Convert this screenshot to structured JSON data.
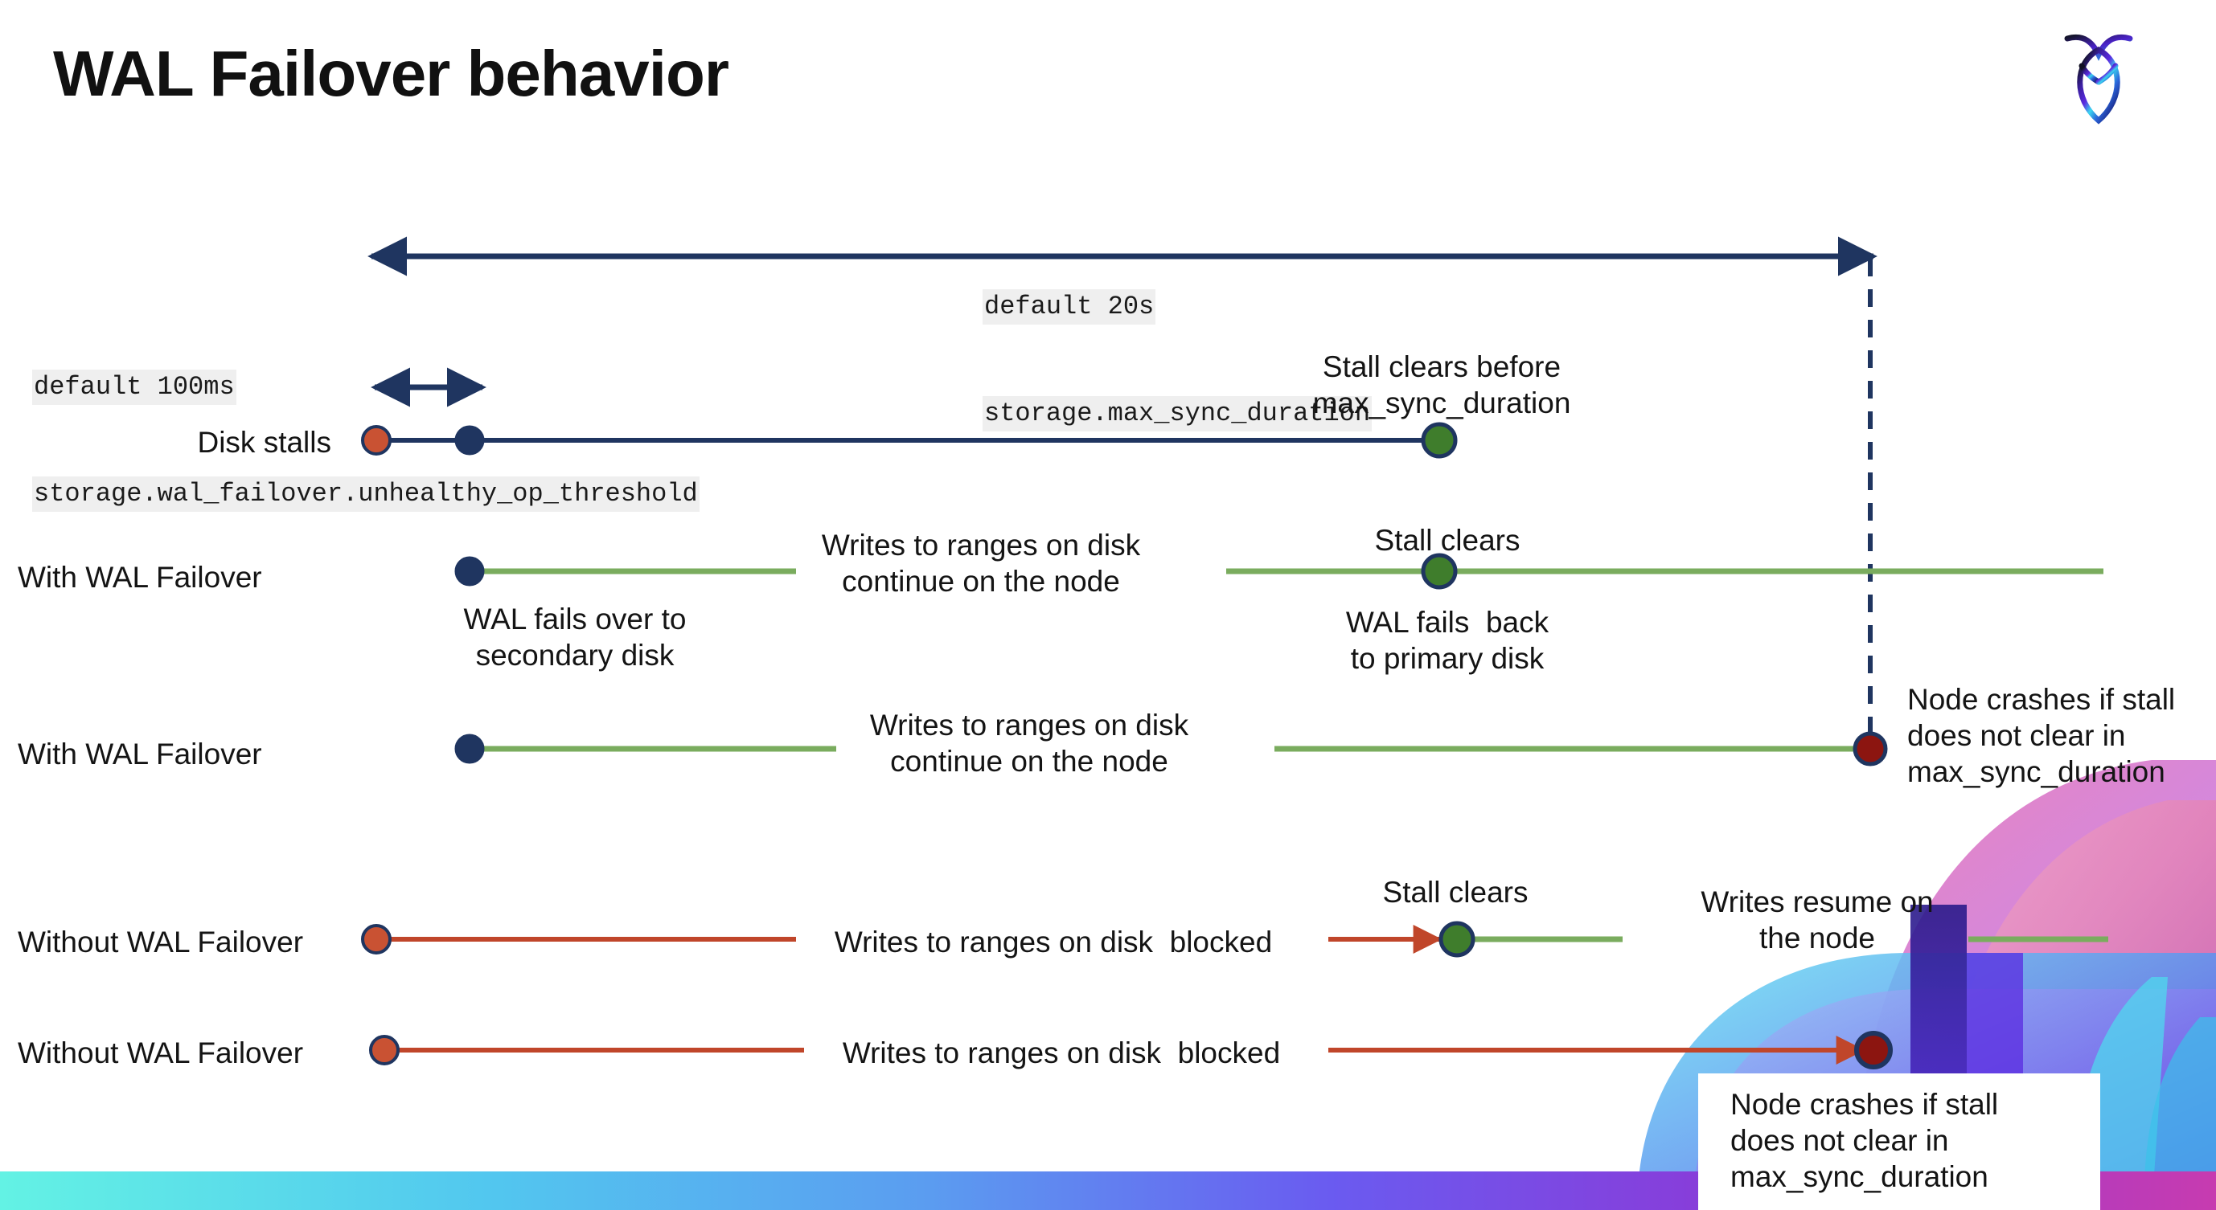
{
  "slide": {
    "title": "WAL Failover behavior",
    "logo_name": "cockroachdb-logo"
  },
  "settings": {
    "max_sync": {
      "default_line": "default 20s",
      "name_line": "storage.max_sync_duration"
    },
    "unhealthy": {
      "default_line": "default 100ms",
      "name_line": "storage.wal_failover.unhealthy_op_threshold"
    }
  },
  "rows": {
    "disk_stalls": {
      "label": "Disk stalls",
      "note": "Stall clears before\nmax_sync_duration"
    },
    "with_failover_clears": {
      "label": "With WAL Failover",
      "note_left": "Writes to ranges on disk\ncontinue on the node",
      "note_start": "WAL fails over to\nsecondary disk",
      "note_clears": "Stall clears",
      "note_back": "WAL fails  back\nto primary disk"
    },
    "with_failover_crash": {
      "label": "With WAL Failover",
      "note_left": "Writes to ranges on disk\ncontinue on the node",
      "note_crash": "Node crashes if stall\ndoes not clear in\nmax_sync_duration"
    },
    "without_failover_clears": {
      "label": "Without WAL Failover",
      "note_blocked": "Writes to ranges on disk  blocked",
      "note_clears": "Stall clears",
      "note_resume": "Writes resume on\nthe node"
    },
    "without_failover_crash": {
      "label": "Without WAL Failover",
      "note_blocked": "Writes to ranges on disk  blocked",
      "note_crash": "Node crashes if stall\ndoes not clear in\nmax_sync_duration"
    }
  },
  "colors": {
    "navy": "#1f3560",
    "green_line": "#7aac5e",
    "green_dot": "#3f7d2c",
    "orange": "#c0462a",
    "orange_dot": "#c95233",
    "dark_red": "#8c1510",
    "code_bg": "#efefef",
    "text": "#141414"
  },
  "markers": {
    "stall_start": "stall-start-dot",
    "failover_dot": "failover-dot",
    "stall_clear_dot": "stall-clear-dot",
    "crash_dot": "crash-dot"
  }
}
